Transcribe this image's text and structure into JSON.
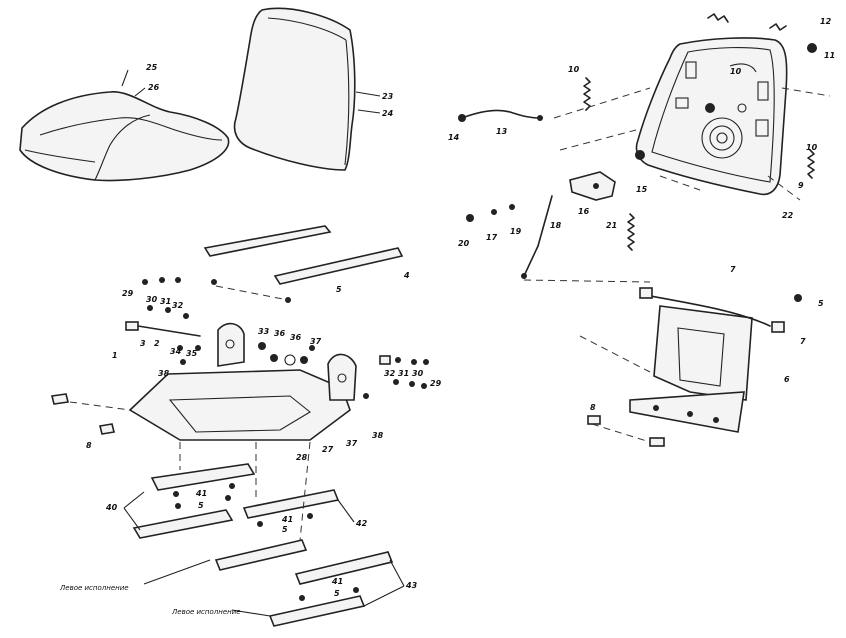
{
  "diagram": {
    "labels": [
      {
        "id": "25",
        "text": "25"
      },
      {
        "id": "26",
        "text": "26"
      },
      {
        "id": "23",
        "text": "23"
      },
      {
        "id": "24",
        "text": "24"
      },
      {
        "id": "12",
        "text": "12"
      },
      {
        "id": "11",
        "text": "11"
      },
      {
        "id": "10a",
        "text": "10"
      },
      {
        "id": "10b",
        "text": "10"
      },
      {
        "id": "10c",
        "text": "10"
      },
      {
        "id": "14",
        "text": "14"
      },
      {
        "id": "13",
        "text": "13"
      },
      {
        "id": "9",
        "text": "9"
      },
      {
        "id": "15",
        "text": "15"
      },
      {
        "id": "16",
        "text": "16"
      },
      {
        "id": "18",
        "text": "18"
      },
      {
        "id": "19",
        "text": "19"
      },
      {
        "id": "17",
        "text": "17"
      },
      {
        "id": "20",
        "text": "20"
      },
      {
        "id": "21",
        "text": "21"
      },
      {
        "id": "22",
        "text": "22"
      },
      {
        "id": "4",
        "text": "4"
      },
      {
        "id": "5a",
        "text": "5"
      },
      {
        "id": "5b",
        "text": "5"
      },
      {
        "id": "7a",
        "text": "7"
      },
      {
        "id": "7b",
        "text": "7"
      },
      {
        "id": "6",
        "text": "6"
      },
      {
        "id": "8a",
        "text": "8"
      },
      {
        "id": "8b",
        "text": "8"
      },
      {
        "id": "29a",
        "text": "29"
      },
      {
        "id": "30a",
        "text": "30"
      },
      {
        "id": "31a",
        "text": "31"
      },
      {
        "id": "32a",
        "text": "32"
      },
      {
        "id": "1",
        "text": "1"
      },
      {
        "id": "3",
        "text": "3"
      },
      {
        "id": "2",
        "text": "2"
      },
      {
        "id": "34",
        "text": "34"
      },
      {
        "id": "35",
        "text": "35"
      },
      {
        "id": "33",
        "text": "33"
      },
      {
        "id": "36a",
        "text": "36"
      },
      {
        "id": "36b",
        "text": "36"
      },
      {
        "id": "37a",
        "text": "37"
      },
      {
        "id": "38a",
        "text": "38"
      },
      {
        "id": "38b",
        "text": "38"
      },
      {
        "id": "29b",
        "text": "29"
      },
      {
        "id": "30b",
        "text": "30"
      },
      {
        "id": "31b",
        "text": "31"
      },
      {
        "id": "32b",
        "text": "32"
      },
      {
        "id": "37b",
        "text": "37"
      },
      {
        "id": "28",
        "text": "28"
      },
      {
        "id": "27",
        "text": "27"
      },
      {
        "id": "40",
        "text": "40"
      },
      {
        "id": "41a",
        "text": "41"
      },
      {
        "id": "5c",
        "text": "5"
      },
      {
        "id": "41b",
        "text": "41"
      },
      {
        "id": "5d",
        "text": "5"
      },
      {
        "id": "42",
        "text": "42"
      },
      {
        "id": "41c",
        "text": "41"
      },
      {
        "id": "5e",
        "text": "5"
      },
      {
        "id": "43",
        "text": "43"
      }
    ],
    "notes": [
      {
        "id": "note1",
        "text": "Левое исполнение"
      },
      {
        "id": "note2",
        "text": "Левое исполнение"
      }
    ]
  }
}
